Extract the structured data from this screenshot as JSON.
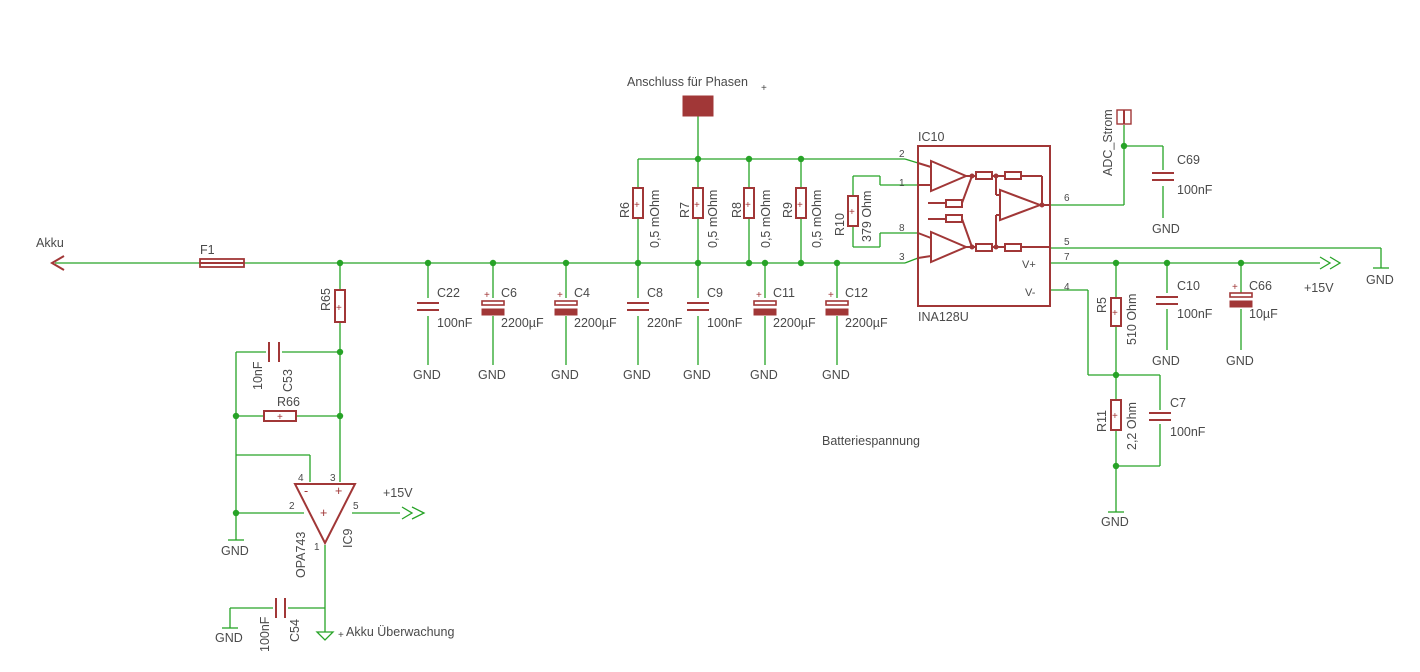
{
  "labels": {
    "akku": "Akku",
    "f1": "F1",
    "phasen": "Anschluss für Phasen",
    "adc": "ADC_Strom",
    "batterie": "Batteriespannung",
    "akku_ueberwachung": "Akku Überwachung",
    "plus15": "+15V"
  },
  "gnd": "GND",
  "parts": {
    "r65": "R65",
    "r66": "R66",
    "c53": "C53",
    "c53_val": "10nF",
    "c54": "C54",
    "c54_val": "100nF",
    "c22": "C22",
    "c22_val": "100nF",
    "c6": "C6",
    "c6_val": "2200µF",
    "c4": "C4",
    "c4_val": "2200µF",
    "c8": "C8",
    "c8_val": "220nF",
    "c9": "C9",
    "c9_val": "100nF",
    "c11": "C11",
    "c11_val": "2200µF",
    "c12": "C12",
    "c12_val": "2200µF",
    "r6": "R6",
    "r6_val": "0,5 mOhm",
    "r7": "R7",
    "r7_val": "0,5 mOhm",
    "r8": "R8",
    "r8_val": "0,5 mOhm",
    "r9": "R9",
    "r9_val": "0,5 mOhm",
    "r10": "R10",
    "r10_val": "379 Ohm",
    "ic10": "IC10",
    "ic10_type": "INA128U",
    "vplus": "V+",
    "vminus": "V-",
    "c69": "C69",
    "c69_val": "100nF",
    "c10": "C10",
    "c10_val": "100nF",
    "c66": "C66",
    "c66_val": "10µF",
    "r5": "R5",
    "r5_val": "510 Ohm",
    "r11": "R11",
    "r11_val": "2,2 Ohm",
    "c7": "C7",
    "c7_val": "100nF",
    "ic9": "IC9",
    "ic9_type": "OPA743"
  },
  "pins": {
    "p1": "1",
    "p2": "2",
    "p3": "3",
    "p4": "4",
    "p5": "5",
    "p6": "6",
    "p7": "7",
    "p8": "8"
  },
  "signs": {
    "plus": "+",
    "minus": "-"
  }
}
